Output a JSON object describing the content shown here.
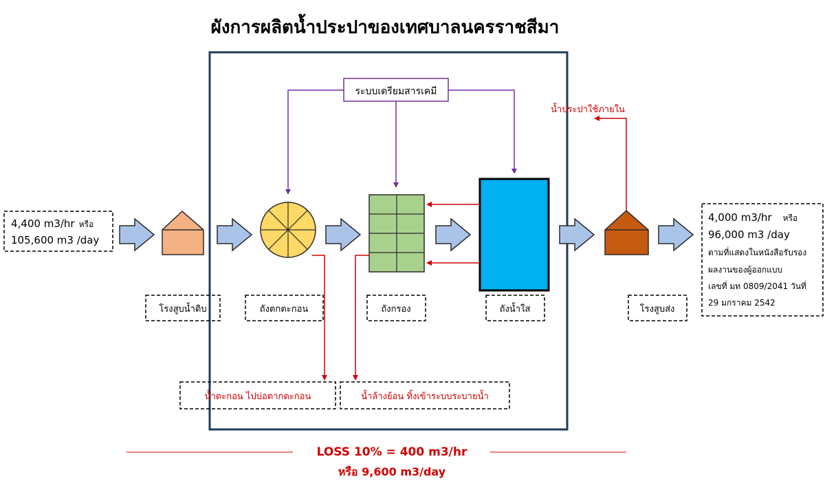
{
  "title": "ผังการผลิตน้ำประปาของเทศบาลนครราชสีมา",
  "chem_system": "ระบบเตรียมสารเคมี",
  "internal_use": "น้ำประปาใช้ภายใน",
  "input": {
    "line1_value": "4,400 m3/hr",
    "line1_or": "หรือ",
    "line2": "105,600 m3 /day"
  },
  "output": {
    "line1_value": "4,000 m3/hr",
    "line1_or": "หรือ",
    "line2": "96,000 m3 /day",
    "note1": "ตามที่แสดงในหนังสือรับรอง",
    "note2": "ผลงานของผู้ออกแบบ",
    "note3": "เลขที่ มท 0809/2041 วันที่",
    "note4": "29 มกราคม 2542"
  },
  "stations": {
    "raw_pump": "โรงสูบน้ำดิบ",
    "sedimentation": "ถังตกตะกอน",
    "filter": "ถังกรอง",
    "clear_tank": "ถังน้ำใส",
    "distribution_pump": "โรงสูบส่ง"
  },
  "sludge_label": "น้ำตะกอน ไปบ่อตากตะกอน",
  "backwash_label": "น้ำล้างย้อน ทิ้งเข้าระบบระบายน้ำ",
  "loss": {
    "line1": "LOSS 10% = 400 m3/hr",
    "line2": "หรือ 9,600 m3/day"
  },
  "colors": {
    "frame": "#1f3b5e",
    "chem_line": "#7030a0",
    "red_line": "#d00000",
    "flow_arrow": "#a9c4e8",
    "raw_house": "#f4b183",
    "dist_house": "#c55a11",
    "sed_tank": "#ffd966",
    "filter": "#a9d18e",
    "clear_tank": "#00b0f0"
  }
}
